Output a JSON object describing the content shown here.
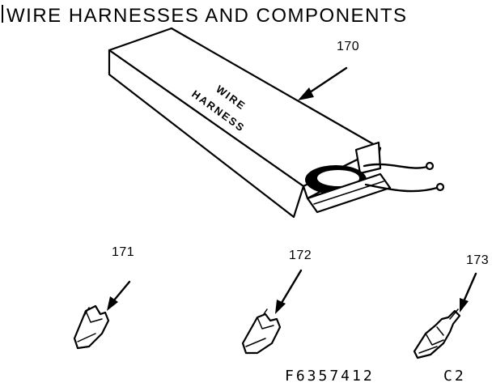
{
  "title": "WIRE HARNESSES AND COMPONENTS",
  "parts": [
    {
      "callout": "170",
      "box_text_line1": "WIRE",
      "box_text_line2": "HARNESS"
    },
    {
      "callout": "171"
    },
    {
      "callout": "172"
    },
    {
      "callout": "173"
    }
  ],
  "footer": {
    "figure_code": "F6357412",
    "sheet_code": "C2"
  }
}
